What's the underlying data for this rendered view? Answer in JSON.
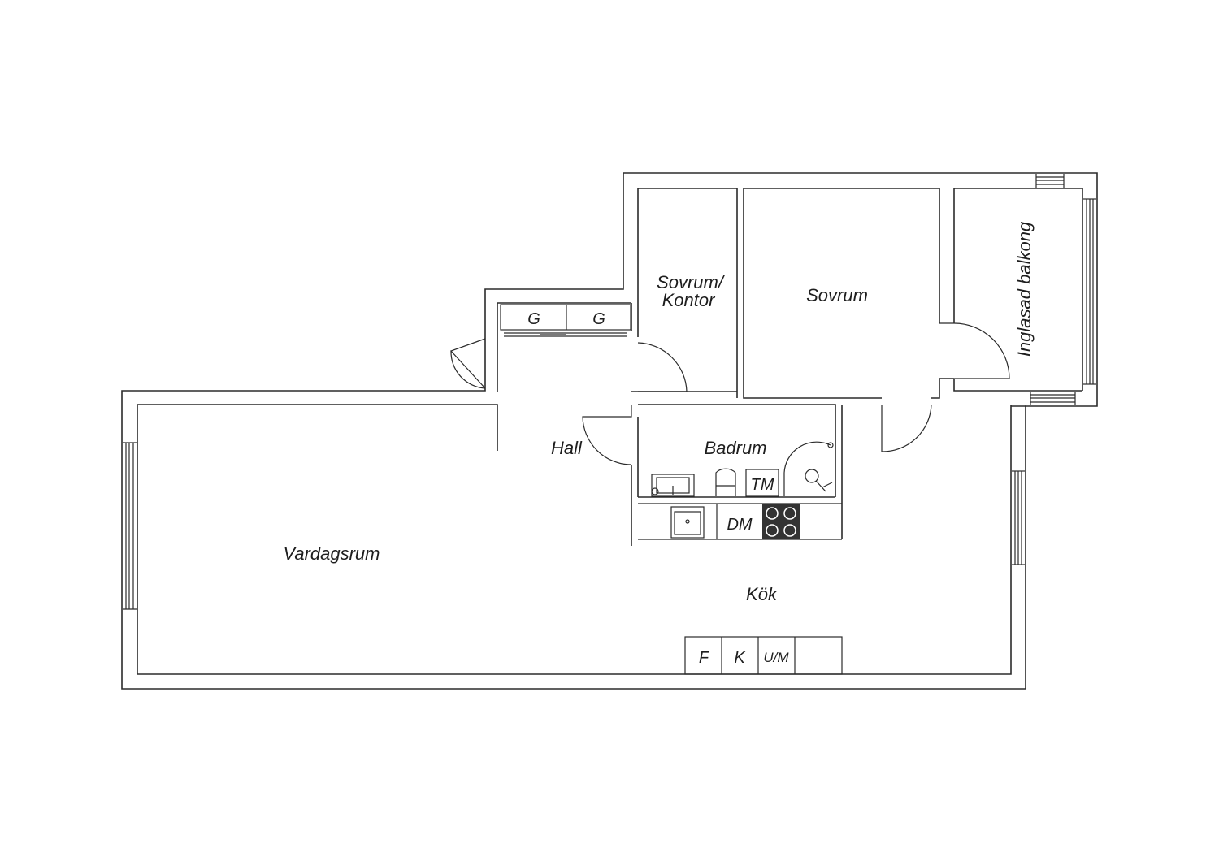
{
  "rooms": {
    "sovrum_kontor_line1": "Sovrum/",
    "sovrum_kontor_line2": "Kontor",
    "sovrum": "Sovrum",
    "balkong": "Inglasad balkong",
    "hall": "Hall",
    "badrum": "Badrum",
    "vardagsrum": "Vardagsrum",
    "kok": "Kök"
  },
  "fixtures": {
    "wardrobe_1": "G",
    "wardrobe_2": "G",
    "tumble_machine": "TM",
    "dishwasher": "DM",
    "fridge": "F",
    "freezer": "K",
    "oven_micro": "U/M"
  },
  "icons": {
    "sink": "sink-icon",
    "toilet": "toilet-icon",
    "shower": "shower-icon",
    "stove": "stove-icon",
    "kitchen_sink": "kitchen-sink-icon"
  },
  "colors": {
    "line": "#2b2b2b",
    "stove": "#333333"
  }
}
